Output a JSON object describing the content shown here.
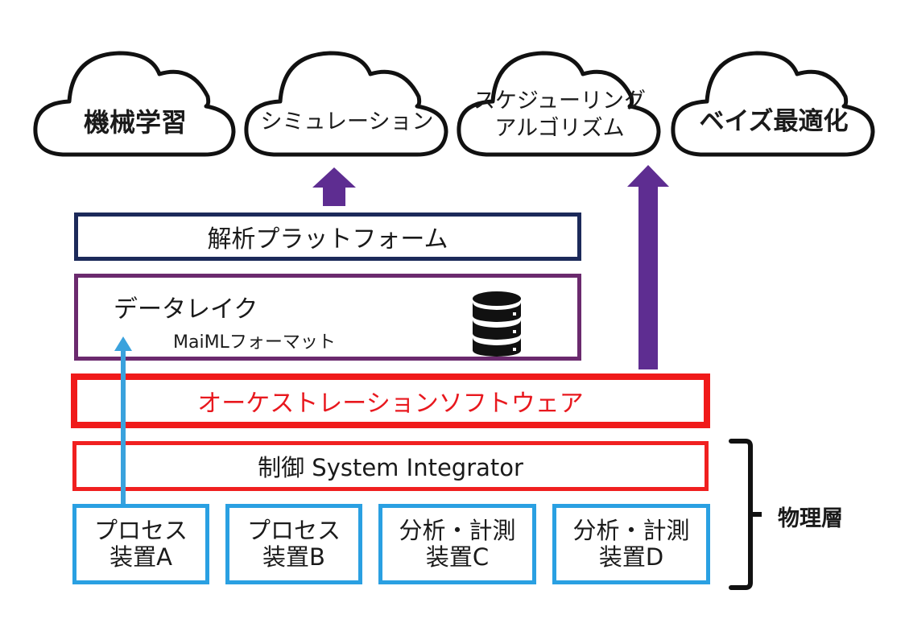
{
  "clouds": [
    {
      "label": "機械学習"
    },
    {
      "label": "シミュレーション"
    },
    {
      "label_line1": "スケジューリング",
      "label_line2": "アルゴリズム"
    },
    {
      "label": "ベイズ最適化"
    }
  ],
  "layers": {
    "analysis_platform": "解析プラットフォーム",
    "data_lake": {
      "title": "データレイク",
      "format": "MaiMLフォーマット",
      "icon": "database-icon"
    },
    "orchestration": "オーケストレーションソフトウェア",
    "control": "制御 System Integrator"
  },
  "devices": [
    {
      "line1": "プロセス",
      "line2": "装置A"
    },
    {
      "line1": "プロセス",
      "line2": "装置B"
    },
    {
      "line1": "分析・計測",
      "line2": "装置C"
    },
    {
      "line1": "分析・計測",
      "line2": "装置D"
    }
  ],
  "physical_layer_label": "物理層",
  "colors": {
    "arrow_purple": "#5e2d91",
    "arrow_blue": "#3aa2dd",
    "analysis_border": "#1c2a5a",
    "datalake_border": "#6b2a6e",
    "orchestration_red": "#f01a1a",
    "device_blue": "#2aa0e2"
  }
}
